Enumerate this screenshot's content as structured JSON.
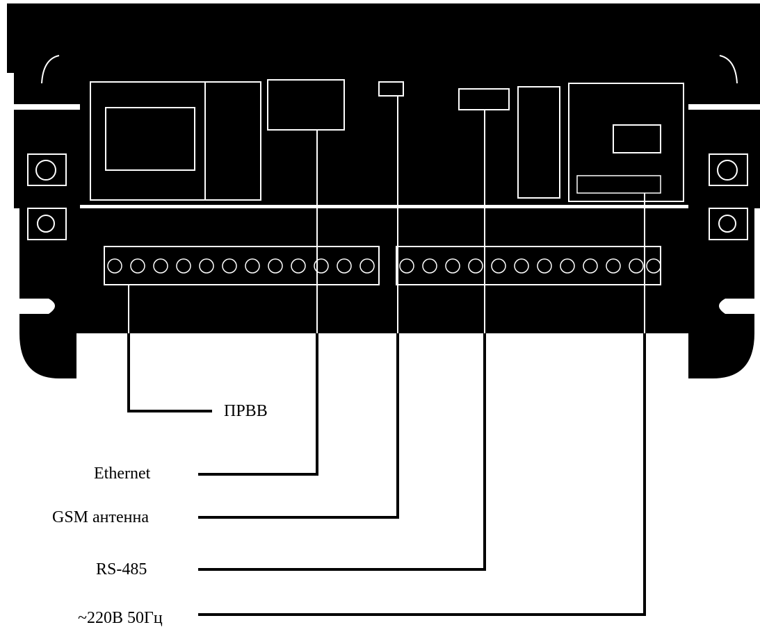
{
  "labels": {
    "prvv": "ПРВВ",
    "ethernet": "Ethernet",
    "gsm": "GSM антенна",
    "rs485": "RS-485",
    "power": "~220В 50Гц"
  },
  "colors": {
    "device": "#000000",
    "background": "#ffffff",
    "line": "#000000"
  }
}
